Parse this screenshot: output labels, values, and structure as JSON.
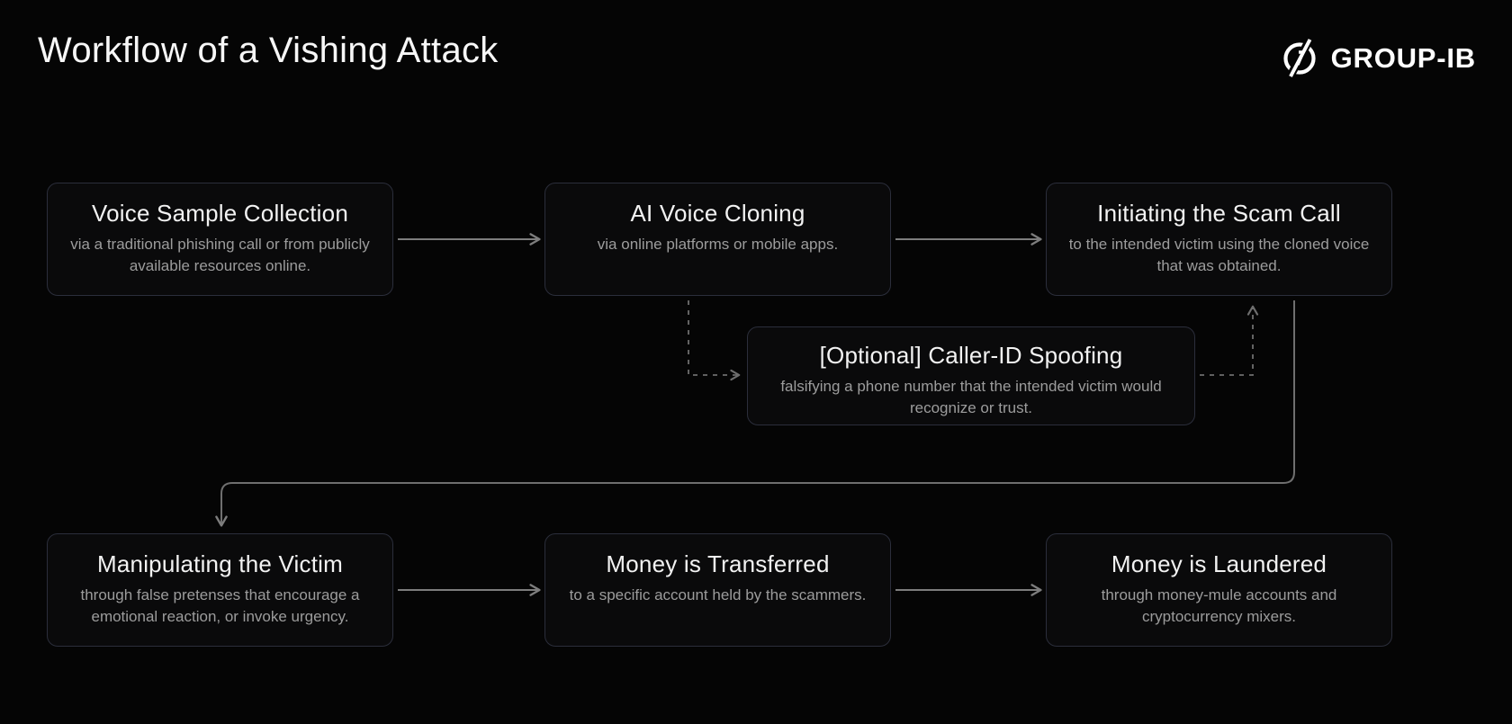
{
  "page": {
    "title": "Workflow of a Vishing Attack"
  },
  "logo": {
    "text": "GROUP-IB",
    "icon": "group-ib-circle-slash-icon"
  },
  "diagram": {
    "nodes": [
      {
        "id": "voice-sample-collection",
        "title": "Voice Sample Collection",
        "subtitle": "via a traditional phishing call or from publicly available resources online.",
        "optional": false
      },
      {
        "id": "ai-voice-cloning",
        "title": "AI Voice Cloning",
        "subtitle": "via online platforms or mobile apps.",
        "optional": false
      },
      {
        "id": "initiating-the-scam-call",
        "title": "Initiating the Scam Call",
        "subtitle": "to the intended victim using the cloned voice that was obtained.",
        "optional": false
      },
      {
        "id": "optional-caller-id-spoofing",
        "title": "[Optional] Caller-ID Spoofing",
        "subtitle": "falsifying a phone number that the intended victim would recognize or trust.",
        "optional": true
      },
      {
        "id": "manipulating-the-victim",
        "title": "Manipulating the Victim",
        "subtitle": "through false pretenses that encourage a emotional reaction, or invoke urgency.",
        "optional": false
      },
      {
        "id": "money-is-transferred",
        "title": "Money is Transferred",
        "subtitle": "to a specific account held by the scammers.",
        "optional": false
      },
      {
        "id": "money-is-laundered",
        "title": "Money is Laundered",
        "subtitle": "through money-mule accounts and cryptocurrency mixers.",
        "optional": false
      }
    ],
    "edges": [
      {
        "from": "voice-sample-collection",
        "to": "ai-voice-cloning",
        "style": "solid"
      },
      {
        "from": "ai-voice-cloning",
        "to": "initiating-the-scam-call",
        "style": "solid"
      },
      {
        "from": "ai-voice-cloning",
        "to": "optional-caller-id-spoofing",
        "style": "dashed"
      },
      {
        "from": "optional-caller-id-spoofing",
        "to": "initiating-the-scam-call",
        "style": "dashed"
      },
      {
        "from": "initiating-the-scam-call",
        "to": "manipulating-the-victim",
        "style": "solid"
      },
      {
        "from": "manipulating-the-victim",
        "to": "money-is-transferred",
        "style": "solid"
      },
      {
        "from": "money-is-transferred",
        "to": "money-is-laundered",
        "style": "solid"
      }
    ]
  },
  "colors": {
    "background": "#050505",
    "node_fill": "#0a0a0b",
    "node_border": "#2b2e3b",
    "heading_text": "#f2f2f2",
    "subtitle_text": "#9c9c9c",
    "connector_solid": "#7d7d7d",
    "connector_dashed": "#6e6e6e",
    "logo_white": "#ffffff"
  }
}
